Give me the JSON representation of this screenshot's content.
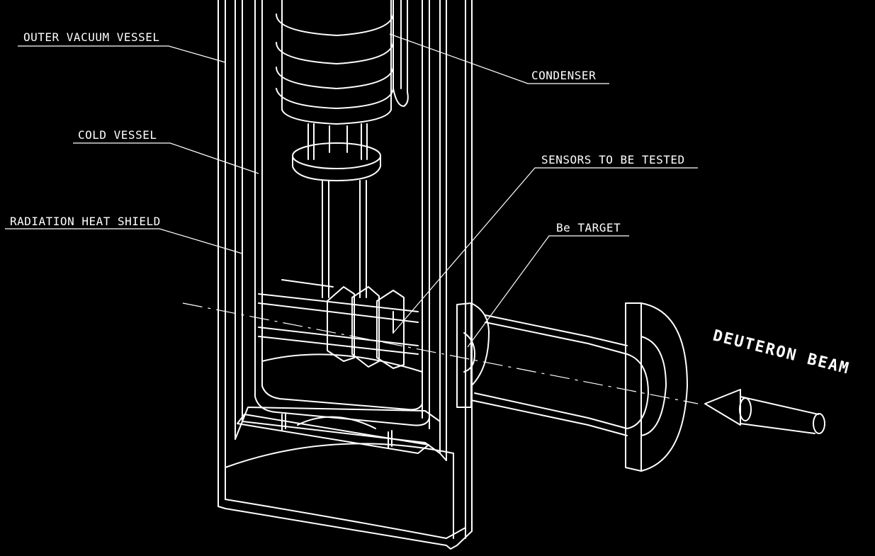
{
  "labels": {
    "outer_vacuum_vessel": "OUTER VACUUM VESSEL",
    "condenser": "CONDENSER",
    "cold_vessel": "COLD VESSEL",
    "sensors": "SENSORS TO BE TESTED",
    "radiation_shield": "RADIATION HEAT SHIELD",
    "be_target": "Be TARGET",
    "deuteron_beam": "DEUTERON BEAM"
  },
  "colors": {
    "background": "#000000",
    "line": "#ffffff"
  }
}
